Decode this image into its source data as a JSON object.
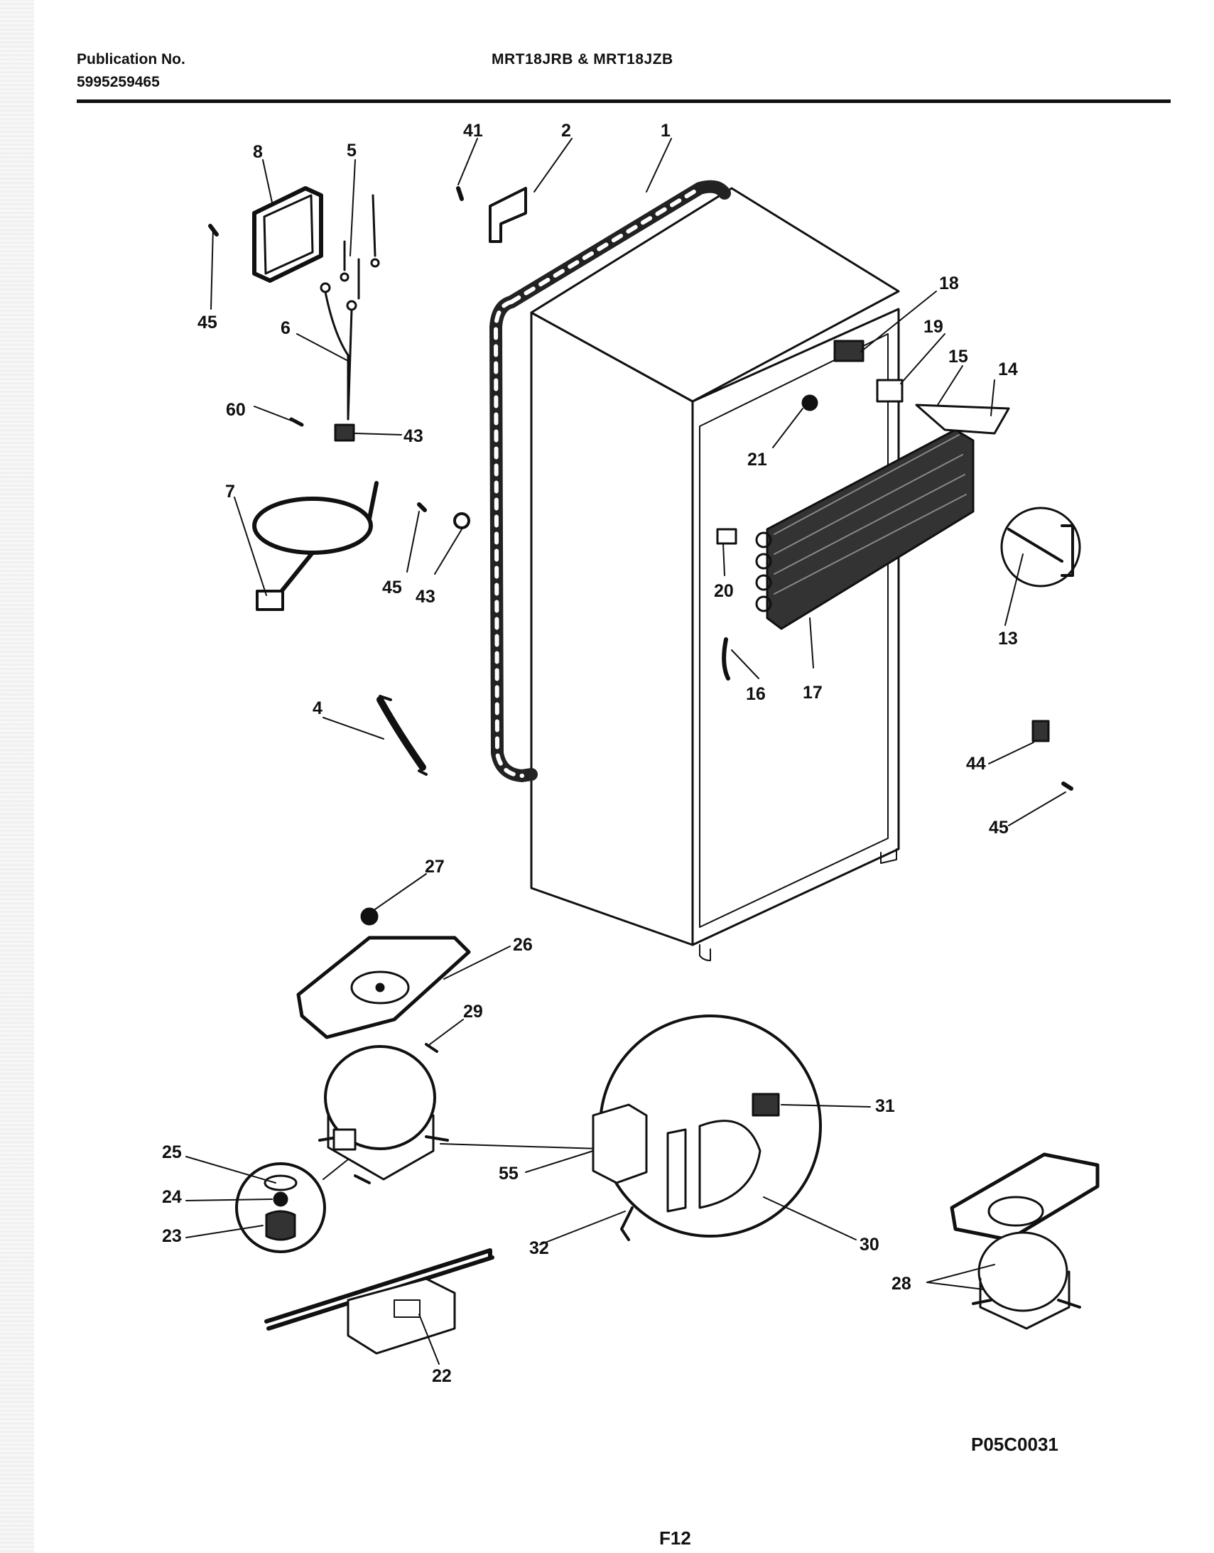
{
  "header": {
    "publication_label": "Publication No.",
    "publication_number": "5995259465",
    "model_title": "MRT18JRB & MRT18JZB"
  },
  "callouts": {
    "c1": "1",
    "c2": "2",
    "c41": "41",
    "c5": "5",
    "c8": "8",
    "c45a": "45",
    "c6": "6",
    "c60": "60",
    "c43a": "43",
    "c7": "7",
    "c45b": "45",
    "c43b": "43",
    "c18a": "18",
    "c19": "19",
    "c15": "15",
    "c14": "14",
    "c21": "21",
    "c20": "20",
    "c13": "13",
    "c16": "16",
    "c17": "17",
    "c4": "4",
    "c44": "44",
    "c45c": "45",
    "c27": "27",
    "c26": "26",
    "c29": "29",
    "c31": "31",
    "c25": "25",
    "c55": "55",
    "c24": "24",
    "c23": "23",
    "c32": "32",
    "c30": "30",
    "c28": "28",
    "c22": "22"
  },
  "footer": {
    "drawing_code": "P05C0031",
    "page_code": "F12"
  },
  "colors": {
    "ink": "#111111",
    "paper": "#ffffff"
  }
}
